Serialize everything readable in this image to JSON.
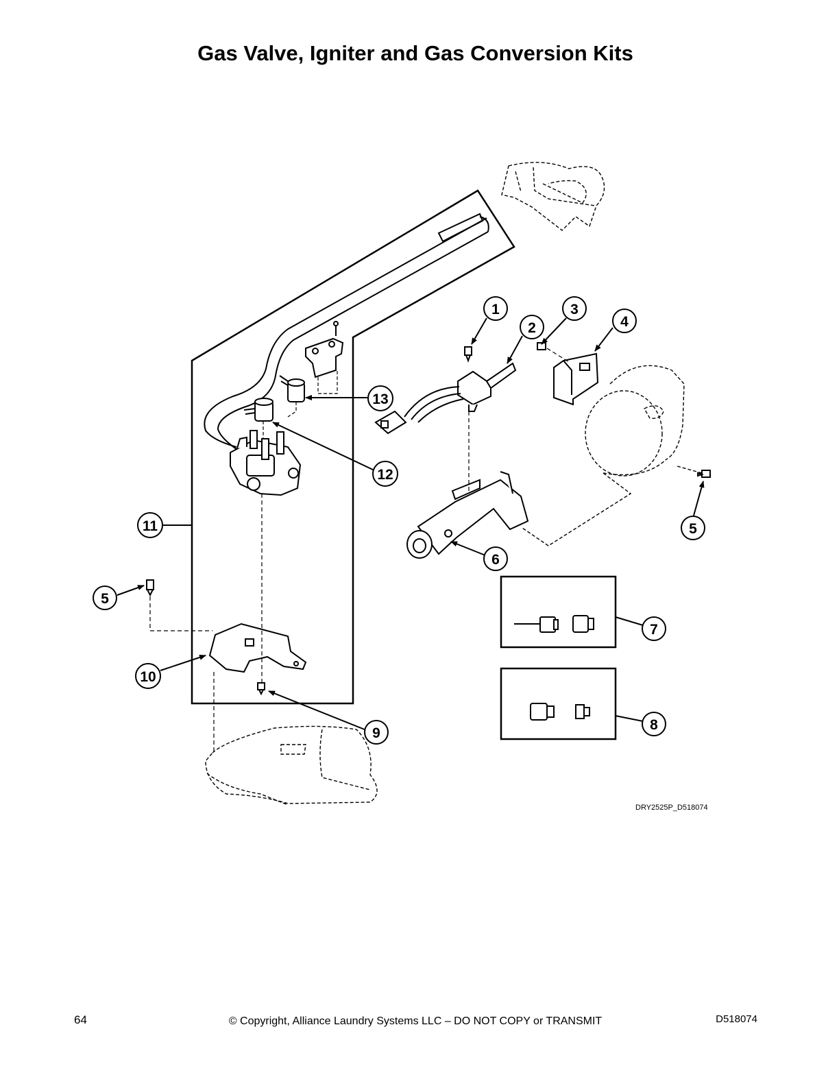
{
  "title": "Gas Valve, Igniter and Gas Conversion Kits",
  "diagram_code": "DRY2525P_D518074",
  "callouts": [
    "1",
    "2",
    "3",
    "4",
    "5",
    "5",
    "6",
    "7",
    "8",
    "9",
    "10",
    "11",
    "12",
    "13"
  ],
  "footer": {
    "page_number": "64",
    "copyright": "© Copyright, Alliance Laundry Systems LLC – DO NOT COPY or TRANSMIT",
    "doc_number": "D518074"
  }
}
